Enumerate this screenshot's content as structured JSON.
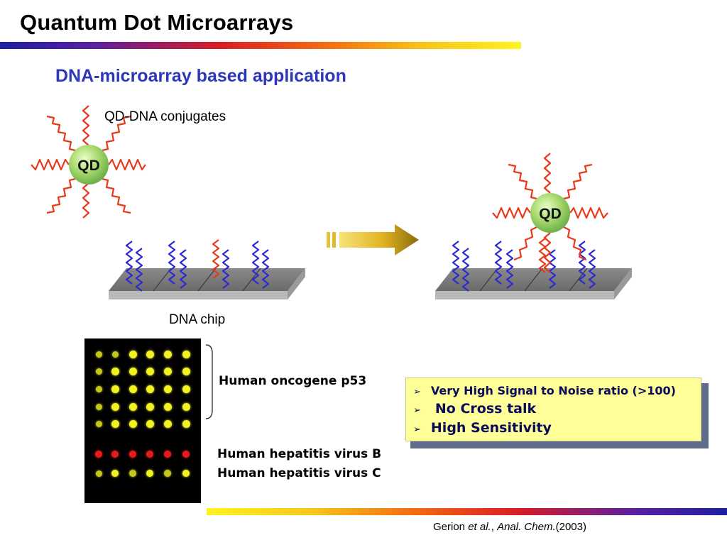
{
  "slide": {
    "title": "Quantum Dot Microarrays",
    "subtitle": "DNA-microarray based application"
  },
  "diagram": {
    "conjugate_label": "QD-DNA conjugates",
    "qd_label": "QD",
    "chip_label": "DNA chip"
  },
  "microarray": {
    "labels": {
      "oncogene": "Human oncogene p53",
      "hep_b": "Human hepatitis virus B",
      "hep_c": "Human hepatitis virus C"
    },
    "colors": {
      "yellow": "#f2f223",
      "yellow_dim": "#c6c61e",
      "red": "#e51a1a",
      "background": "#000000"
    }
  },
  "callout": {
    "items": [
      "Very High Signal to Noise ratio (>100)",
      "No Cross talk",
      "High Sensitivity"
    ]
  },
  "citation": {
    "author": "Gerion ",
    "etal": "et al.",
    "sep": ", ",
    "journal": "Anal. Chem.",
    "year": "(2003)"
  },
  "colors": {
    "title_blue": "#2c38b8",
    "probe_blue": "#2b2bd1",
    "target_red": "#e83a1a",
    "qd_green": "#9bd16a",
    "arrow_gold": "#c9a31c"
  }
}
